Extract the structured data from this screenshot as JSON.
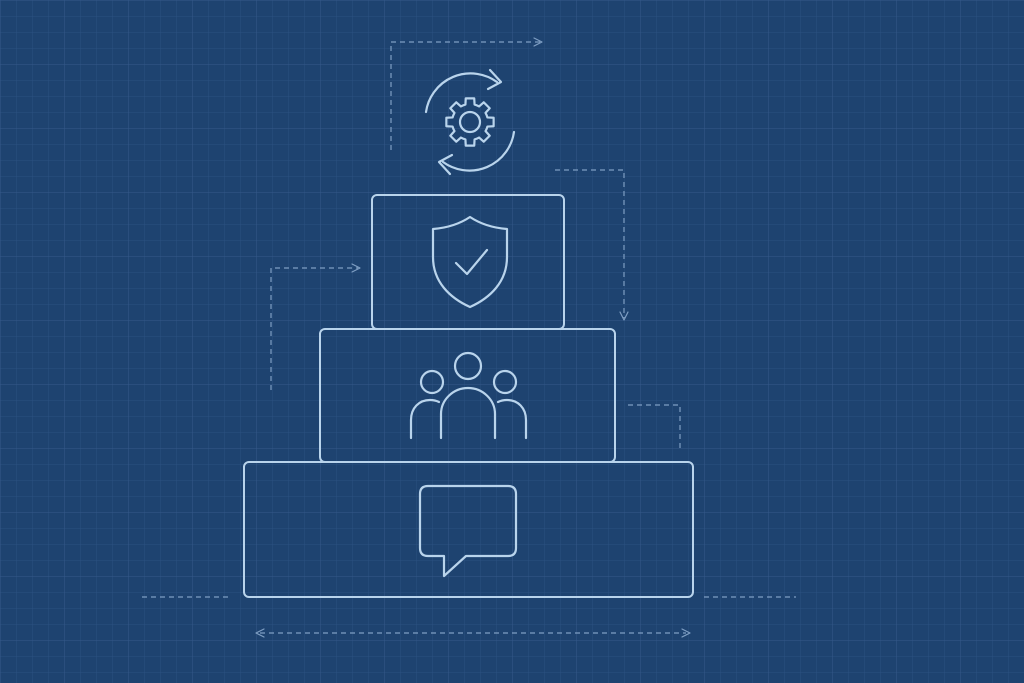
{
  "diagram": {
    "style": "blueprint",
    "colors": {
      "background": "#1e4370",
      "grid": "#2d5384",
      "stroke": "#b9d4ec",
      "guide": "#7f9fc3"
    },
    "tiers": [
      {
        "id": "top",
        "icon": "settings-cycle-icon"
      },
      {
        "id": "upper",
        "icon": "shield-check-icon"
      },
      {
        "id": "middle",
        "icon": "team-icon"
      },
      {
        "id": "base",
        "icon": "chat-bubble-icon"
      }
    ]
  }
}
